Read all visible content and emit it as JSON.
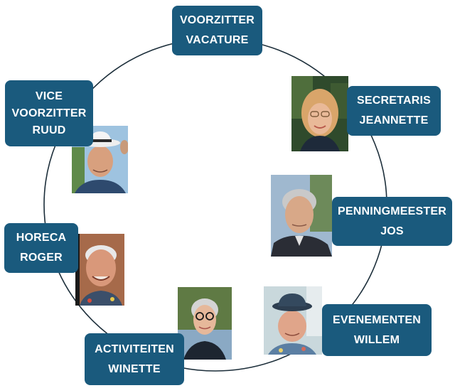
{
  "roles": [
    {
      "id": "voorzitter",
      "lines": [
        "VOORZITTER",
        "VACATURE"
      ]
    },
    {
      "id": "secretaris",
      "lines": [
        "SECRETARIS",
        "JEANNETTE"
      ]
    },
    {
      "id": "penningmeester",
      "lines": [
        "PENNINGMEESTER",
        "JOS"
      ]
    },
    {
      "id": "evenementen",
      "lines": [
        "EVENEMENTEN",
        "WILLEM"
      ]
    },
    {
      "id": "activiteiten",
      "lines": [
        "ACTIVITEITEN",
        "WINETTE"
      ]
    },
    {
      "id": "horeca",
      "lines": [
        "HORECA",
        "ROGER"
      ]
    },
    {
      "id": "vice-voorzitter",
      "lines": [
        "VICE",
        "VOORZITTER",
        "RUUD"
      ]
    }
  ],
  "colors": {
    "box": "#1a5a7d",
    "box_text": "#ffffff",
    "ring": "#1c2e3a"
  },
  "icons": {
    "portrait": "person-photo"
  }
}
